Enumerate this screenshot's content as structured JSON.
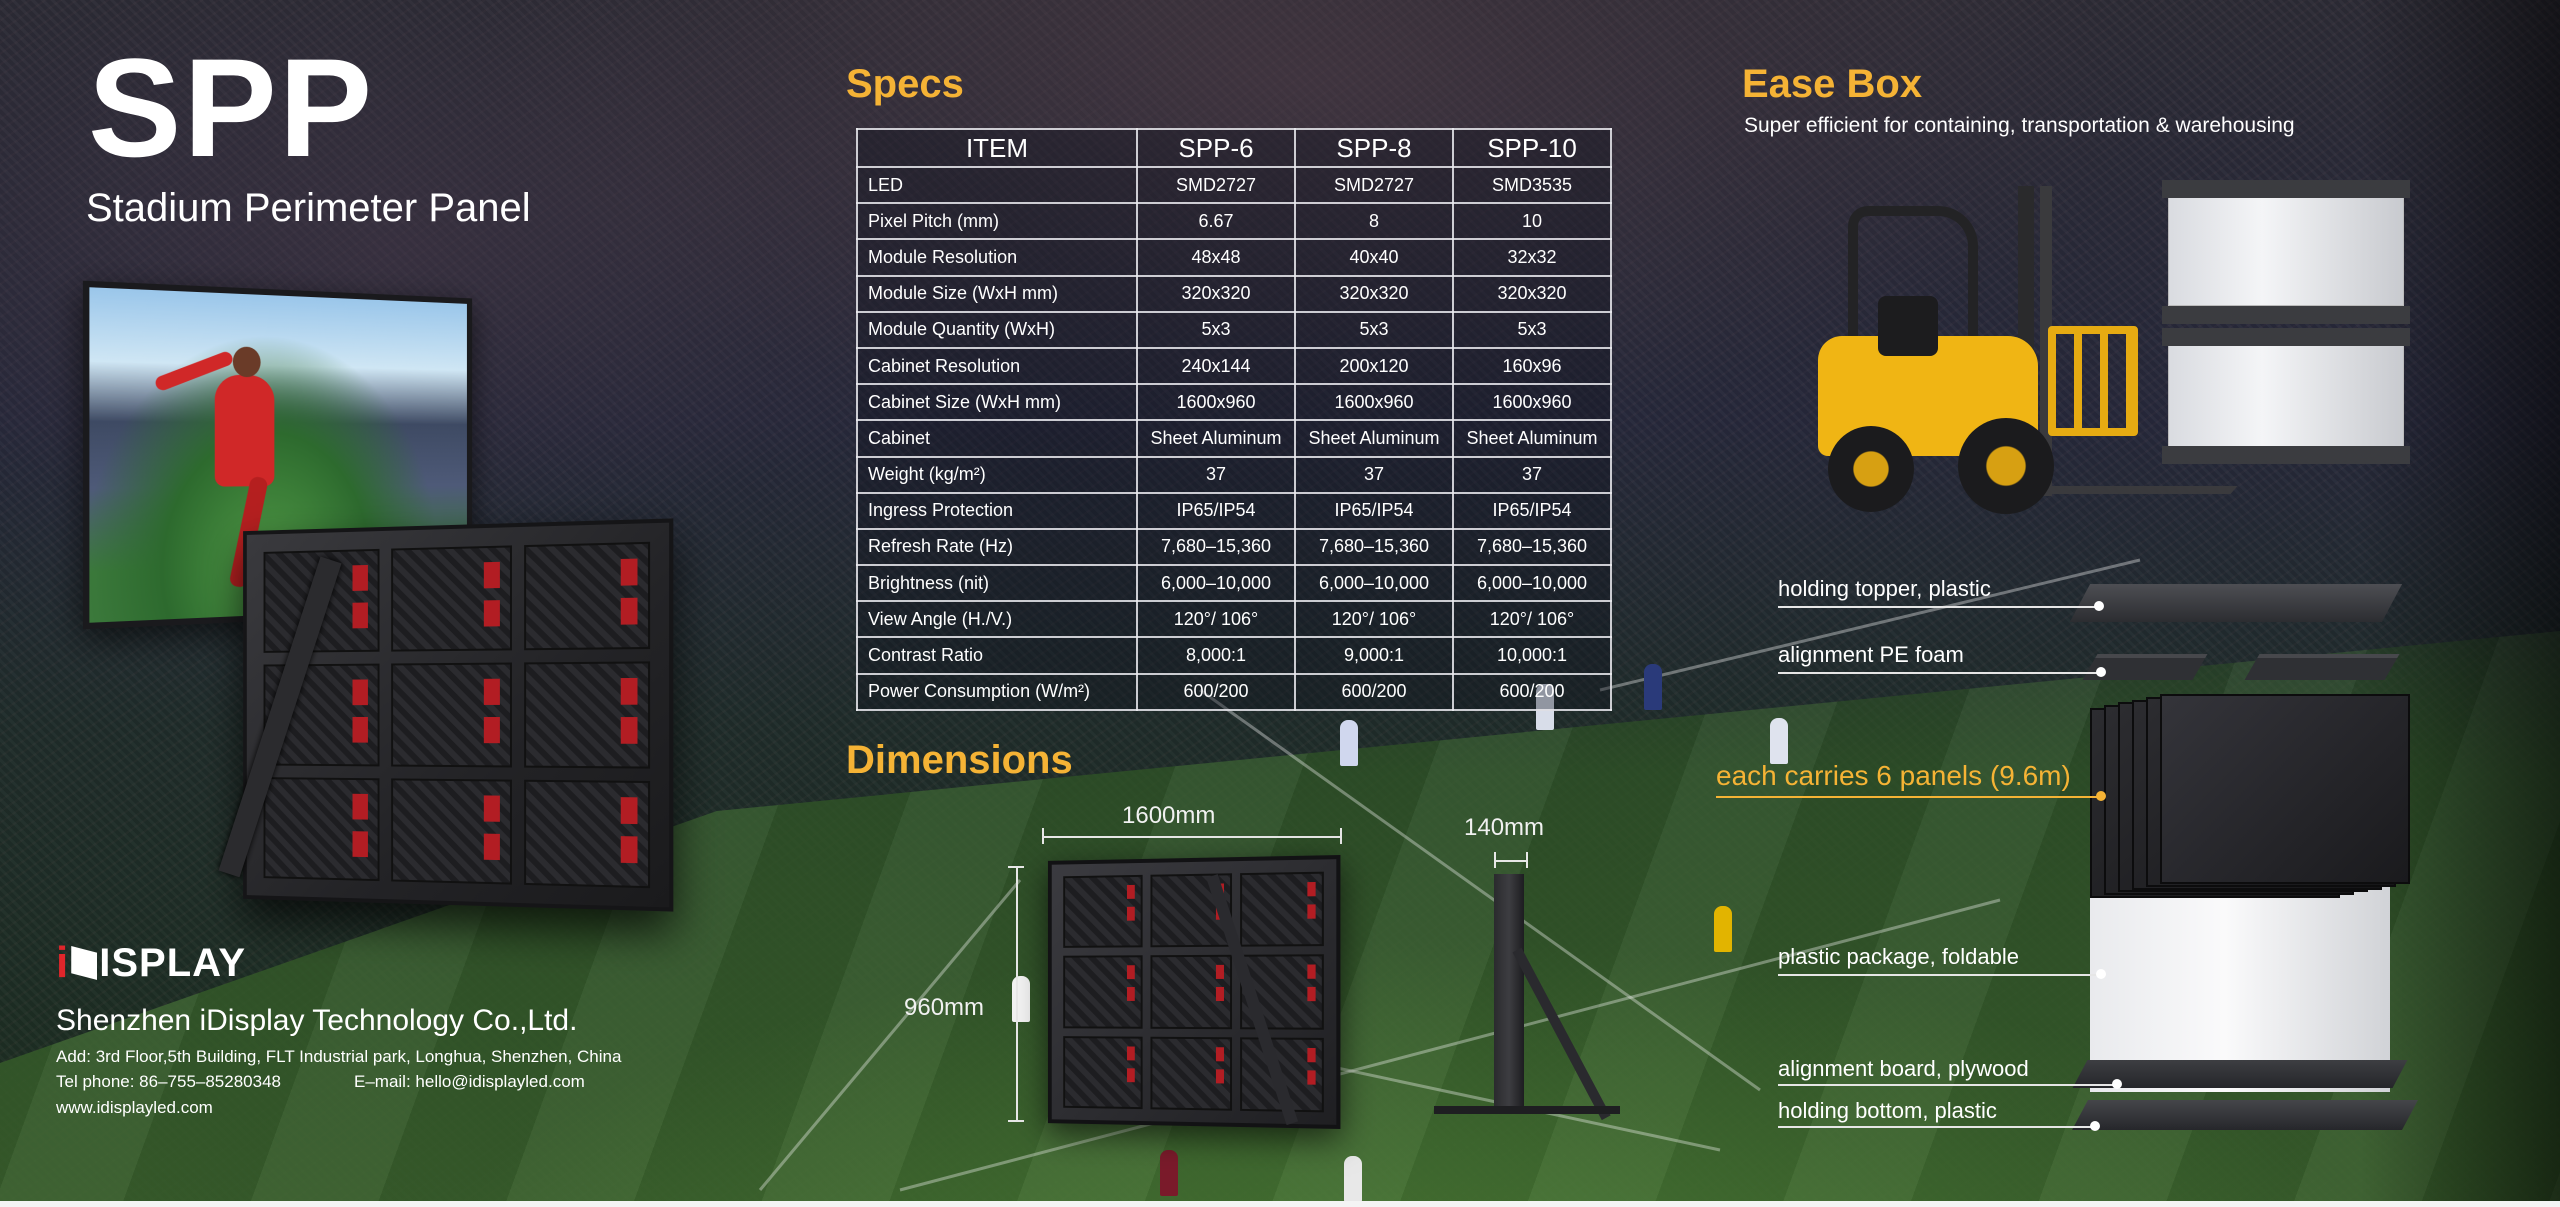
{
  "brand": {
    "title": "SPP",
    "subtitle": "Stadium Perimeter Panel"
  },
  "specs": {
    "heading": "Specs",
    "columns": [
      "ITEM",
      "SPP-6",
      "SPP-8",
      "SPP-10"
    ],
    "rows": [
      {
        "label": "LED",
        "values": [
          "SMD2727",
          "SMD2727",
          "SMD3535"
        ]
      },
      {
        "label": "Pixel Pitch (mm)",
        "values": [
          "6.67",
          "8",
          "10"
        ]
      },
      {
        "label": "Module Resolution",
        "values": [
          "48x48",
          "40x40",
          "32x32"
        ]
      },
      {
        "label": "Module Size (WxH mm)",
        "values": [
          "320x320",
          "320x320",
          "320x320"
        ]
      },
      {
        "label": "Module Quantity (WxH)",
        "values": [
          "5x3",
          "5x3",
          "5x3"
        ]
      },
      {
        "label": "Cabinet Resolution",
        "values": [
          "240x144",
          "200x120",
          "160x96"
        ]
      },
      {
        "label": "Cabinet Size (WxH mm)",
        "values": [
          "1600x960",
          "1600x960",
          "1600x960"
        ]
      },
      {
        "label": "Cabinet",
        "values": [
          "Sheet Aluminum",
          "Sheet Aluminum",
          "Sheet Aluminum"
        ]
      },
      {
        "label": "Weight (kg/m²)",
        "values": [
          "37",
          "37",
          "37"
        ]
      },
      {
        "label": "Ingress Protection",
        "values": [
          "IP65/IP54",
          "IP65/IP54",
          "IP65/IP54"
        ]
      },
      {
        "label": "Refresh Rate (Hz)",
        "values": [
          "7,680–15,360",
          "7,680–15,360",
          "7,680–15,360"
        ]
      },
      {
        "label": "Brightness (nit)",
        "values": [
          "6,000–10,000",
          "6,000–10,000",
          "6,000–10,000"
        ]
      },
      {
        "label": "View Angle (H./V.)",
        "values": [
          "120°/ 106°",
          "120°/ 106°",
          "120°/ 106°"
        ]
      },
      {
        "label": "Contrast Ratio",
        "values": [
          "8,000:1",
          "9,000:1",
          "10,000:1"
        ]
      },
      {
        "label": "Power Consumption (W/m²)",
        "values": [
          "600/200",
          "600/200",
          "600/200"
        ]
      }
    ]
  },
  "dimensions": {
    "heading": "Dimensions",
    "width_label": "1600mm",
    "height_label": "960mm",
    "depth_label": "140mm"
  },
  "ease_box": {
    "heading": "Ease Box",
    "subtitle": "Super efficient for containing, transportation & warehousing",
    "callouts": {
      "topper": "holding topper, plastic",
      "foam": "alignment PE foam",
      "carries": "each carries 6 panels (9.6m)",
      "package": "plastic package, foldable",
      "board": "alignment board, plywood",
      "bottom": "holding bottom, plastic"
    }
  },
  "company": {
    "logo_i": "i",
    "logo_text": "ISPLAY",
    "name": "Shenzhen iDisplay Technology Co.,Ltd.",
    "address": "Add: 3rd Floor,5th Building, FLT Industrial park, Longhua, Shenzhen, China",
    "tel": "Tel phone: 86–755–85280348",
    "email": "E–mail: hello@idisplayled.com",
    "website": "www.idisplayled.com"
  },
  "colors": {
    "accent": "#f5b335",
    "logo_red": "#e0262b",
    "module_red": "#b21d23"
  }
}
